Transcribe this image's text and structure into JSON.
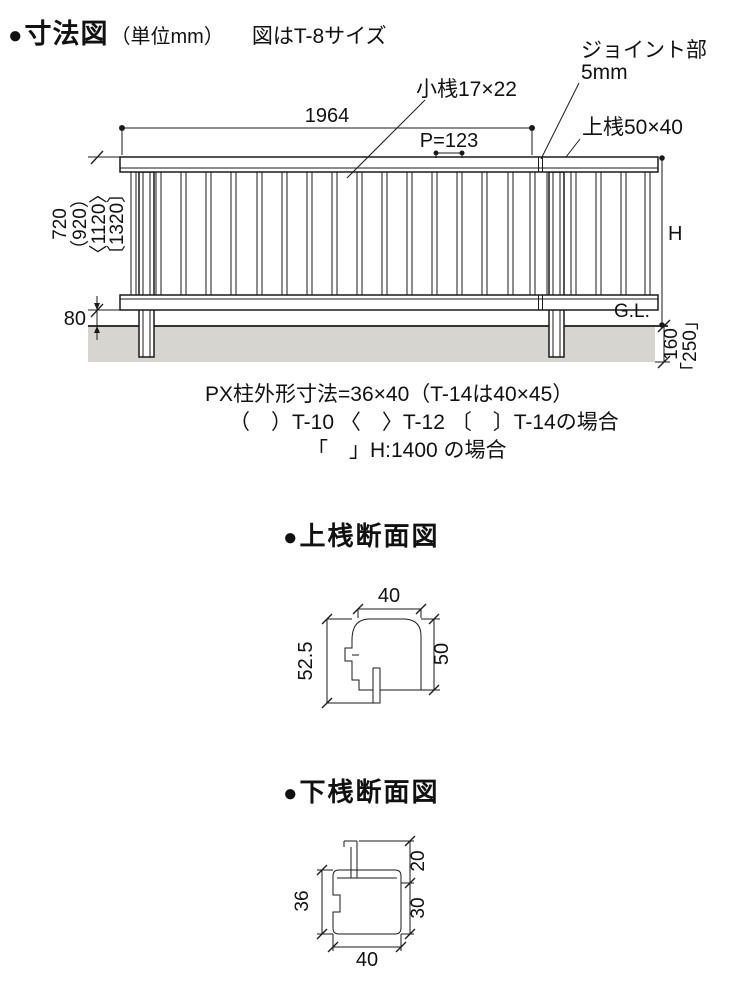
{
  "header": {
    "bullet": "●",
    "title": "寸法図",
    "unit": "（単位mm）",
    "note": "図はT-8サイズ"
  },
  "elevation": {
    "joint_label_1": "ジョイント部",
    "joint_label_2": "5mm",
    "slat_label": "小桟17×22",
    "top_rail_label": "上桟50×40",
    "width_dim": "1964",
    "pitch_dim": "P=123",
    "height_dims": [
      "720",
      "（920）",
      "〈1120〉",
      "〔1320〕"
    ],
    "bottom_gap_dim": "80",
    "height_symbol": "H",
    "ground_label": "G.L.",
    "embed_dim": "160",
    "embed_dim_alt": "「250」",
    "notes": [
      "PX柱外形寸法=36×40（T-14は40×45）",
      "（　）T-10 〈　〉T-12 〔　〕T-14の場合",
      "「　」H:1400 の場合"
    ]
  },
  "top_rail_section": {
    "bullet": "●",
    "heading": "上桟断面図",
    "width_dim": "40",
    "left_dim": "52.5",
    "right_dim": "50"
  },
  "bottom_rail_section": {
    "bullet": "●",
    "heading": "下桟断面図",
    "fin_dim": "20",
    "body_dim": "30",
    "left_dim": "36",
    "width_dim": "40"
  }
}
